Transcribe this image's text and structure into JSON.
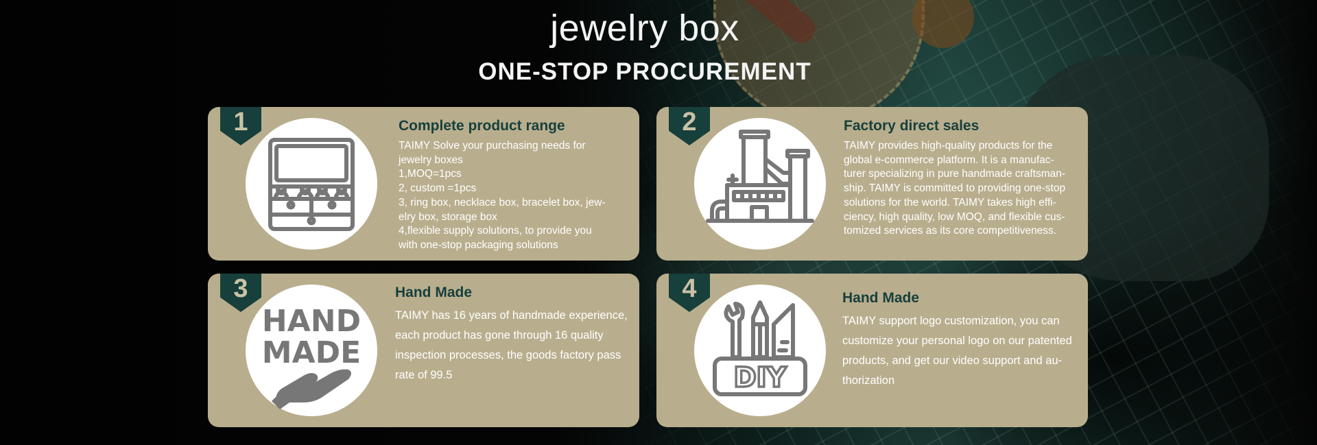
{
  "header": {
    "title": "jewelry box",
    "subtitle": "ONE-STOP PROCUREMENT"
  },
  "colors": {
    "card": "#b8ae8d",
    "accent": "#173f3b",
    "icon": "#777777"
  },
  "cards": [
    {
      "number": "1",
      "icon": "jewelry-box-drawer-icon",
      "heading": "Complete product range",
      "lines": [
        "TAIMY Solve your purchasing needs for",
        "jewelry boxes",
        "1,MOQ=1pcs",
        "2, custom =1pcs",
        "3, ring box, necklace box, bracelet box, jew-",
        "elry box, storage box",
        "4,flexible supply solutions, to provide you",
        "with one-stop packaging solutions"
      ]
    },
    {
      "number": "2",
      "icon": "factory-icon",
      "heading": "Factory direct sales",
      "lines": [
        "TAIMY provides high-quality products for the",
        "global e-commerce platform. It is a manufac-",
        "turer specializing in pure handmade craftsman-",
        "ship. TAIMY is committed to providing one-stop",
        "solutions for the world. TAIMY takes high effi-",
        "ciency, high quality, low MOQ, and flexible cus-",
        "tomized services as its core competitiveness."
      ]
    },
    {
      "number": "3",
      "icon": "hand-made-icon",
      "icon_text": [
        "HAND",
        "MADE"
      ],
      "heading": "Hand Made",
      "lines": [
        "TAIMY has 16 years of handmade experience,",
        "each product has gone through 16 quality",
        "inspection processes, the goods factory pass",
        "rate of 99.5"
      ]
    },
    {
      "number": "4",
      "icon": "diy-tools-icon",
      "icon_text": "DIY",
      "heading": "Hand Made",
      "lines": [
        "TAIMY support logo customization, you can",
        "customize your personal logo on our patented",
        "products, and get our video support and au-",
        "thorization"
      ]
    }
  ]
}
